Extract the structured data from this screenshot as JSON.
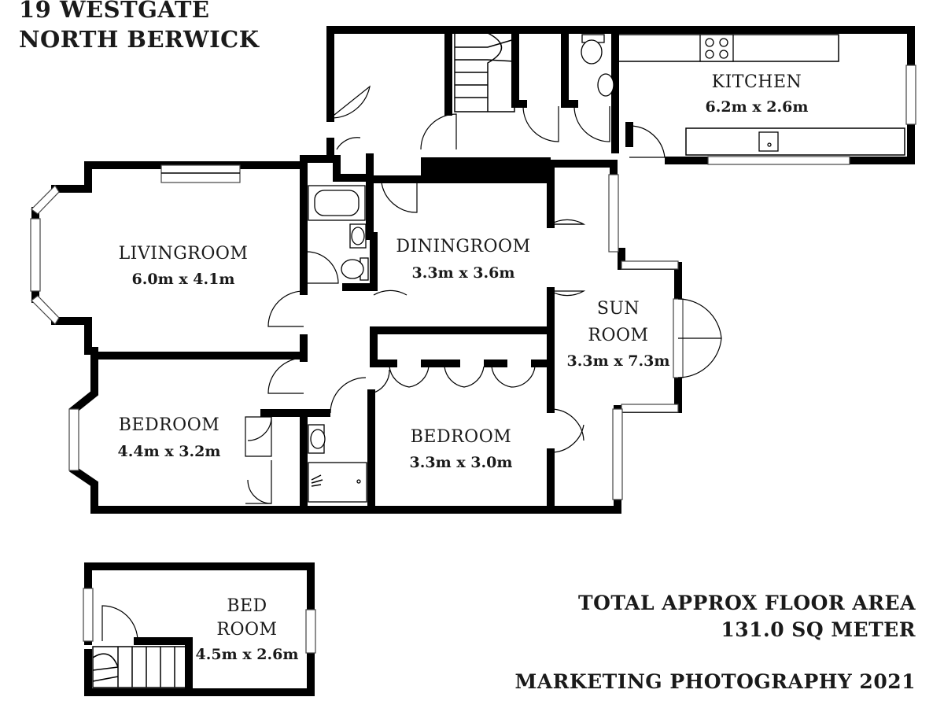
{
  "header": {
    "line1": "19 WESTGATE",
    "line2": "NORTH BERWICK"
  },
  "rooms": {
    "kitchen": {
      "name": "KITCHEN",
      "dims": "6.2m x 2.6m"
    },
    "livingroom": {
      "name": "LIVINGROOM",
      "dims": "6.0m x 4.1m"
    },
    "diningroom": {
      "name": "DININGROOM",
      "dims": "3.3m x 3.6m"
    },
    "sunroom": {
      "name_line1": "SUN",
      "name_line2": "ROOM",
      "dims": "3.3m x 7.3m"
    },
    "bedroom_left": {
      "name": "BEDROOM",
      "dims": "4.4m x 3.2m"
    },
    "bedroom_mid": {
      "name": "BEDROOM",
      "dims": "3.3m x 3.0m"
    },
    "bedroom_upper": {
      "name_line1": "BED",
      "name_line2": "ROOM",
      "dims": "4.5m x 2.6m"
    }
  },
  "footer": {
    "area_line1": "TOTAL APPROX FLOOR AREA",
    "area_line2": "131.0 SQ METER",
    "credit": "MARKETING PHOTOGRAPHY 2021"
  }
}
